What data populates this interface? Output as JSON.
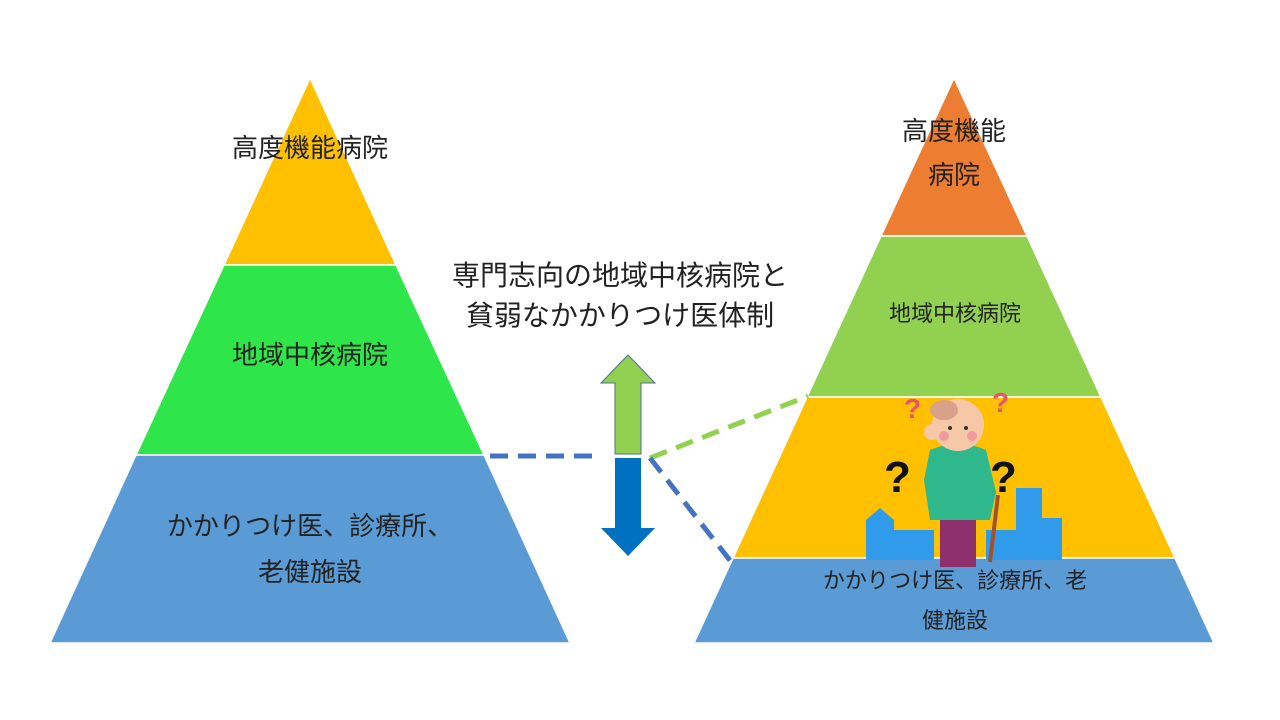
{
  "colors": {
    "orange": "#ED7D31",
    "yellow": "#FFC000",
    "bright_green": "#2EE64A",
    "green": "#92D050",
    "blue": "#5B9BD5",
    "arrow_blue": "#0070C0",
    "dash_blue": "#4472C4"
  },
  "left_pyramid": {
    "top": "高度機能病院",
    "middle": "地域中核病院",
    "bottom_line1": "かかりつけ医、診療所、",
    "bottom_line2": "老健施設"
  },
  "center_caption": {
    "line1": "専門志向の地域中核病院と",
    "line2": "貧弱なかかりつけ医体制"
  },
  "right_pyramid": {
    "top_line1": "高度機能",
    "top_line2": "病院",
    "middle": "地域中核病院",
    "bottom_line1": "かかりつけ医、診療所、老",
    "bottom_line2": "健施設"
  },
  "illustration": {
    "question_mark": "?"
  }
}
